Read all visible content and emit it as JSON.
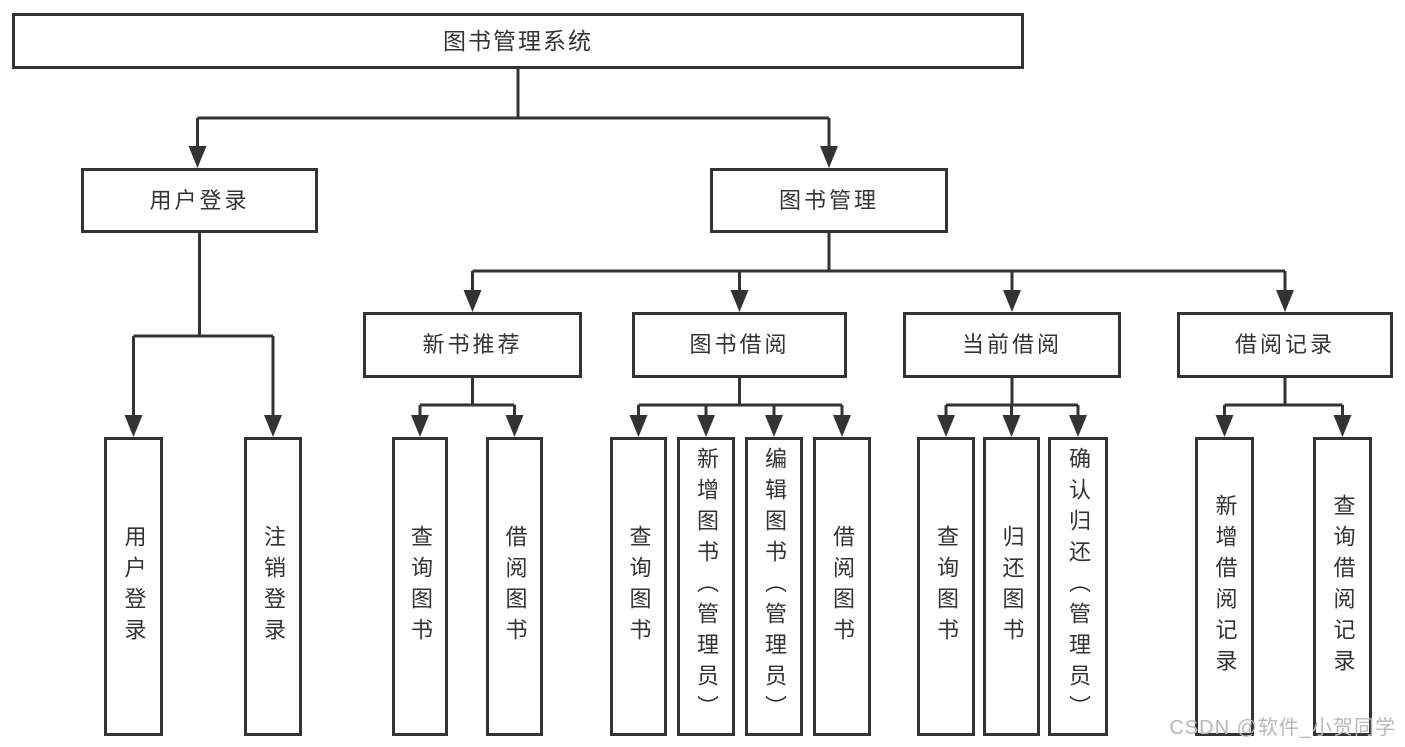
{
  "tree": {
    "root": "图书管理系统",
    "login_branch": {
      "label": "用户登录",
      "children": [
        "用户登录",
        "注销登录"
      ]
    },
    "mgmt_branch": {
      "label": "图书管理",
      "groups": [
        {
          "label": "新书推荐",
          "children": [
            "查询图书",
            "借阅图书"
          ]
        },
        {
          "label": "图书借阅",
          "children": [
            "查询图书",
            "新增图书（管理员）",
            "编辑图书（管理员）",
            "借阅图书"
          ]
        },
        {
          "label": "当前借阅",
          "children": [
            "查询图书",
            "归还图书",
            "确认归还（管理员）"
          ]
        },
        {
          "label": "借阅记录",
          "children": [
            "新增借阅记录",
            "查询借阅记录"
          ]
        }
      ]
    }
  },
  "watermark": {
    "text": "CSDN @软件_小贺同学"
  },
  "colors": {
    "line": "#333333",
    "text": "#333333",
    "box_background": "#ffffff",
    "watermark": "#b8b8b8",
    "page_background": "#ffffff"
  }
}
